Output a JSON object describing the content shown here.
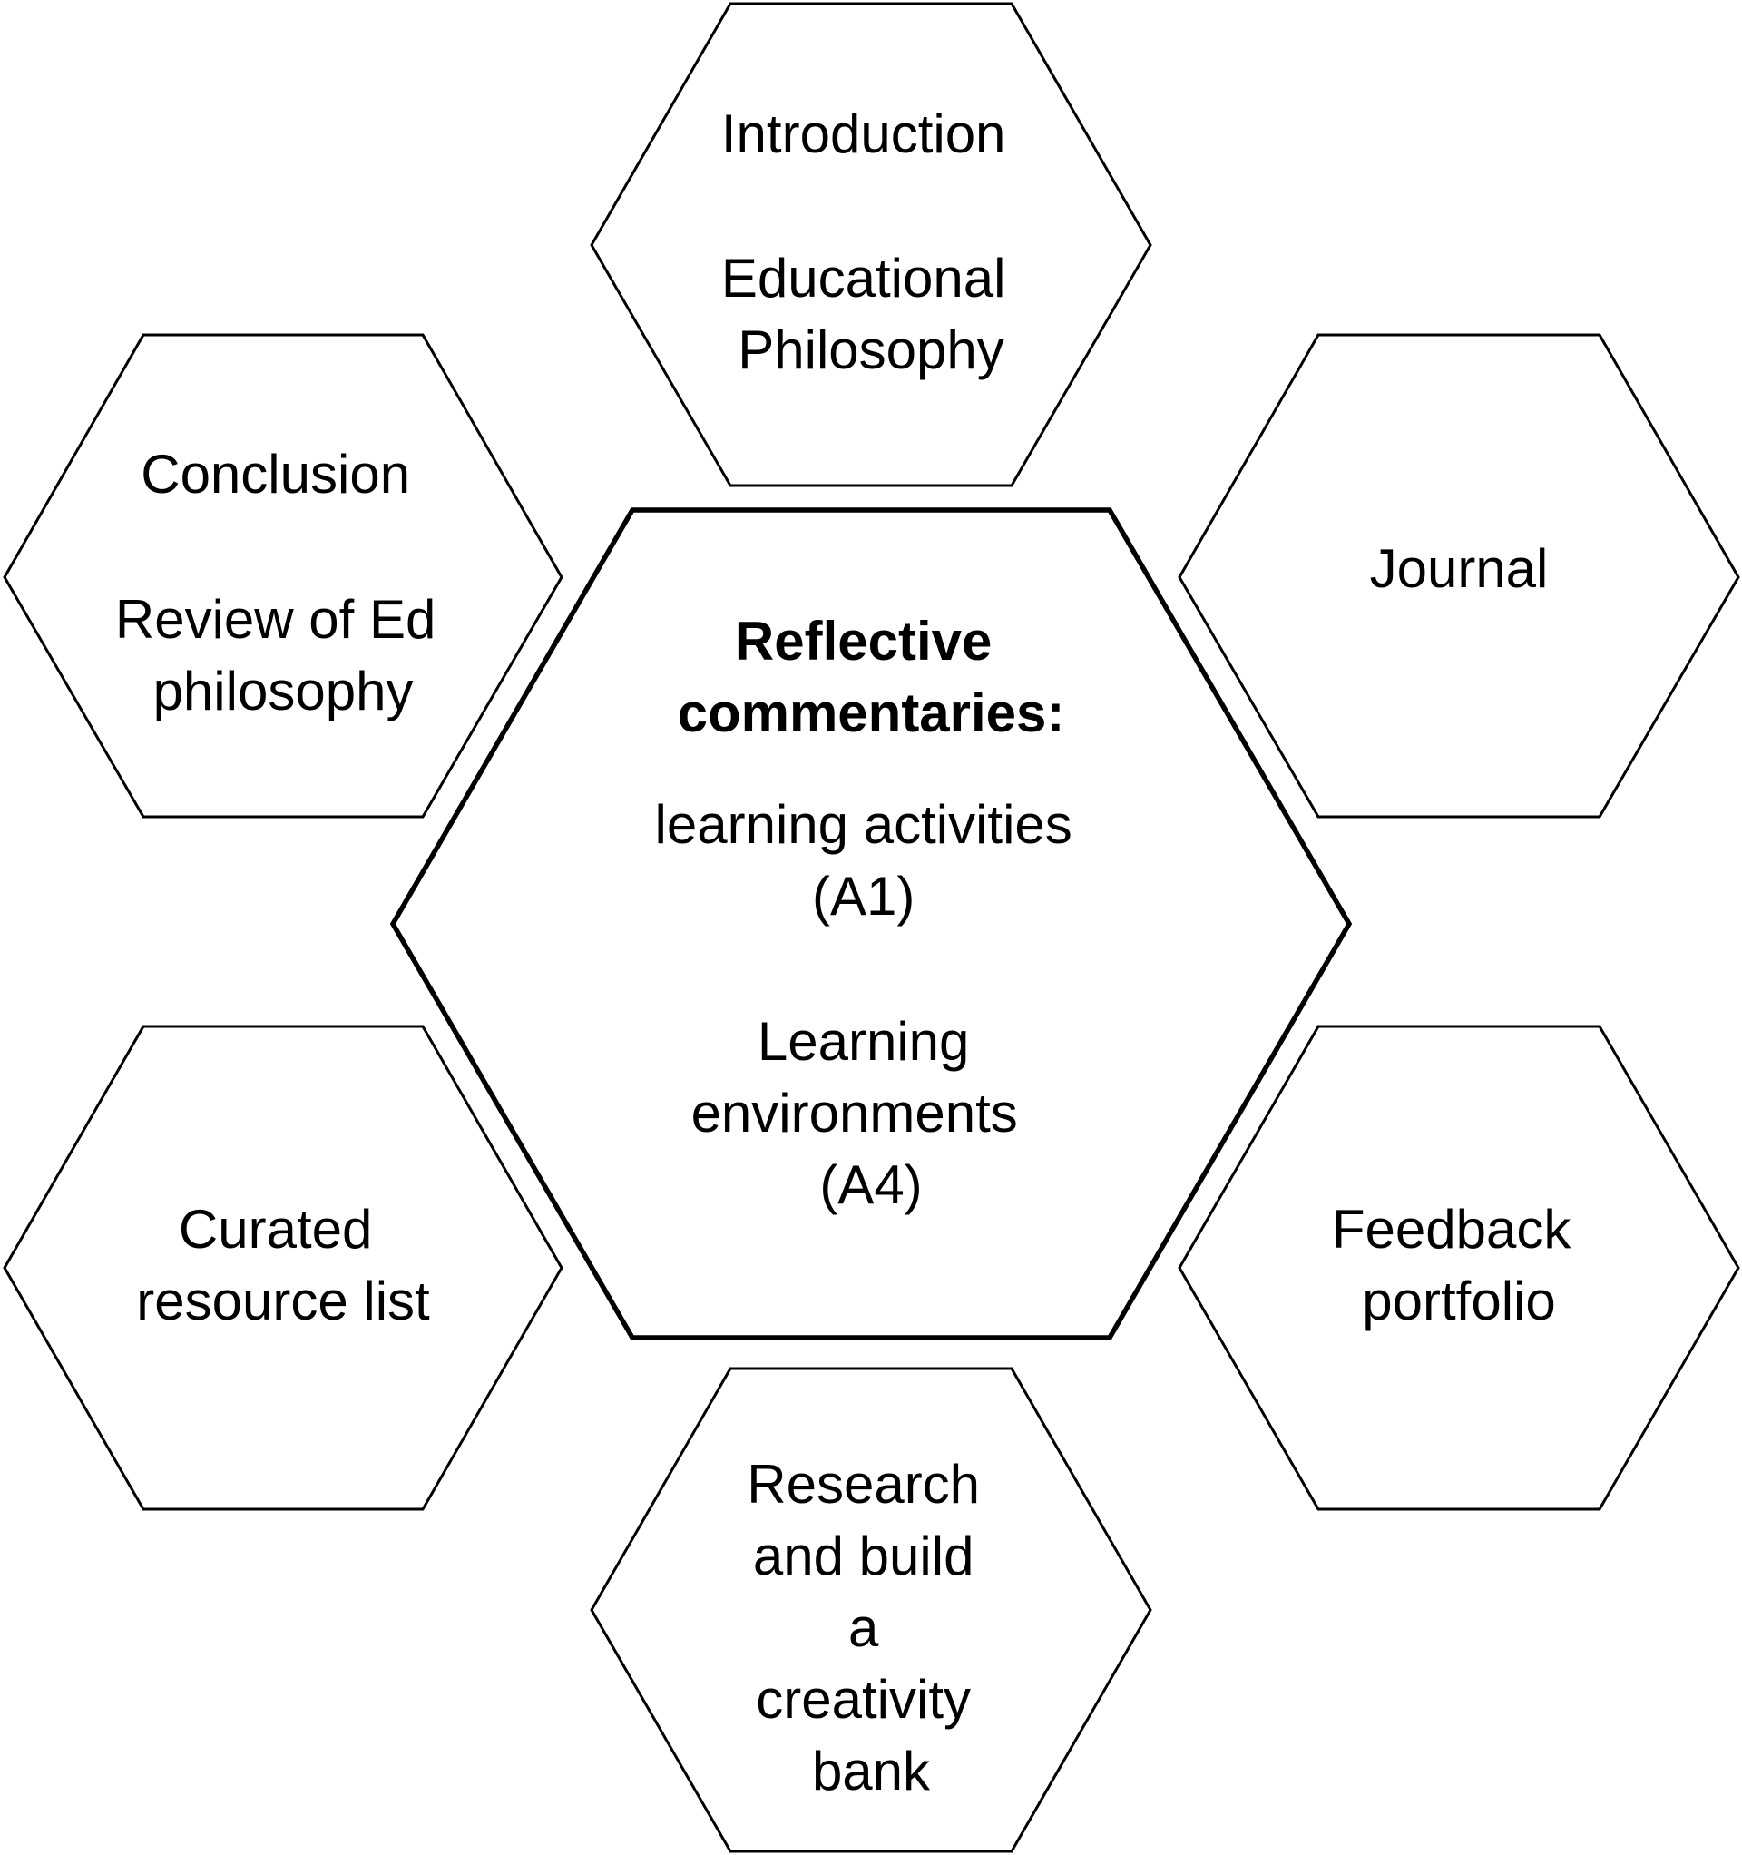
{
  "diagram": {
    "center": {
      "heading_lines": [
        "Reflective",
        "commentaries:"
      ],
      "item1_lines": [
        "learning activities",
        "(A1)"
      ],
      "item2_lines": [
        "Learning",
        "environments",
        "(A4)"
      ]
    },
    "top": {
      "title": "Introduction",
      "subtitle_lines": [
        "Educational",
        "Philosophy"
      ]
    },
    "top_left": {
      "title": "Conclusion",
      "subtitle_lines": [
        "Review of Ed",
        "philosophy"
      ]
    },
    "top_right": {
      "lines": [
        "Journal"
      ]
    },
    "bottom_left": {
      "lines": [
        "Curated",
        "resource list"
      ]
    },
    "bottom_right": {
      "lines": [
        "Feedback",
        "portfolio"
      ]
    },
    "bottom": {
      "lines": [
        "Research",
        "and build",
        "a",
        "creativity",
        "bank"
      ]
    }
  }
}
